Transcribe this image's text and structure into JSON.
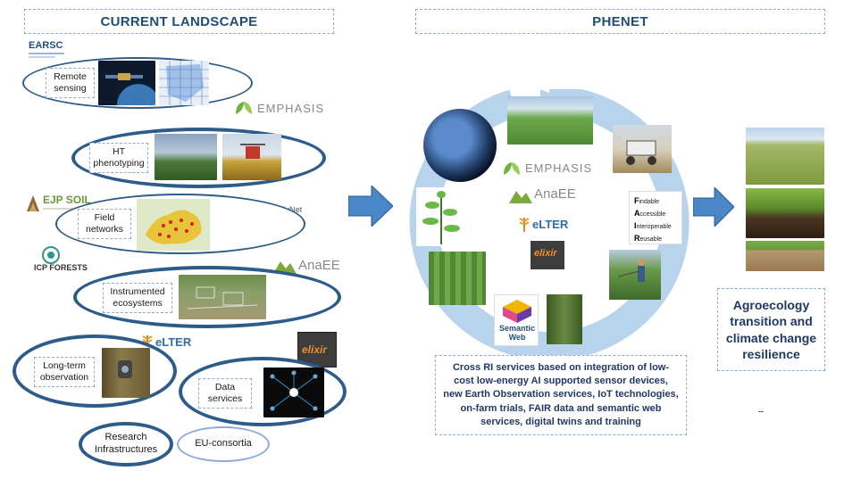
{
  "headers": {
    "left": "CURRENT LANDSCAPE",
    "right": "PHENET"
  },
  "landscape": {
    "remote_sensing": "Remote\nsensing",
    "ht_phenotyping": "HT\nphenotyping",
    "field_networks": "Field\nnetworks",
    "instrumented_ecosystems": "Instrumented\necosystems",
    "long_term_observation": "Long-term\nobservation",
    "data_services": "Data\nservices",
    "research_infrastructures": "Research\nInfrastructures",
    "eu_consortia": "EU-consortia"
  },
  "logos": {
    "earsc": "EARSC",
    "emphasis": "EMPHASIS",
    "ejp_soil": "EJP SOIL",
    "treedivnet": "TreeDivNet",
    "icp_forests": "ICP FORESTS",
    "anaee": "AnaEE",
    "elter": "eLTER",
    "elixir": "elixir",
    "semantic_web": "Semantic\nWeb"
  },
  "fair": {
    "findable": "indable",
    "accessible": "ccessible",
    "interoperable": "nteroperable",
    "reusable": "eusable",
    "f": "F",
    "a": "A",
    "i": "I",
    "r": "R"
  },
  "phenet_text": "Cross RI services based on integration of low-cost low-energy AI supported sensor devices, new Earth Observation services, IoT technologies, on-farm trials, FAIR data and semantic web services, digital twins and training",
  "outcome_text": "Agroecology transition and climate change resilience",
  "colors": {
    "ellipse_border": "#2e5c8a",
    "arrow_fill": "#4a86c8",
    "cycle": "#b8d4ec",
    "header_text": "#1f4e79"
  }
}
